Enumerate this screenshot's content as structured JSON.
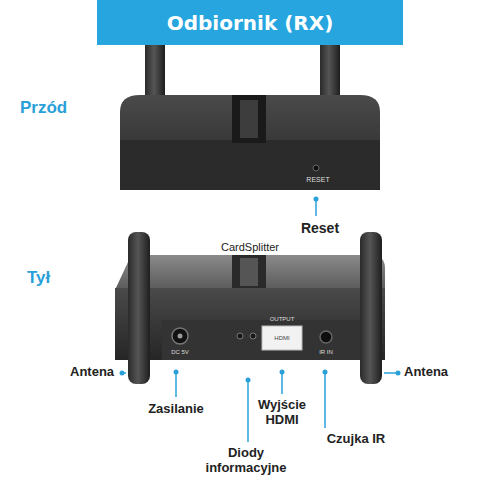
{
  "diagram": {
    "title": "Odbiornik (RX)",
    "labels": [
      "Przód",
      "RESET",
      "Reset",
      "CardSplitter",
      "Tył",
      "DC 5V",
      "OUTPUT",
      "HDMI",
      "IR IN",
      "Antena",
      "Zasilanie",
      "Diody informacyjne",
      "Wyjście HDMI",
      "Czujka IR",
      "Antena"
    ]
  }
}
